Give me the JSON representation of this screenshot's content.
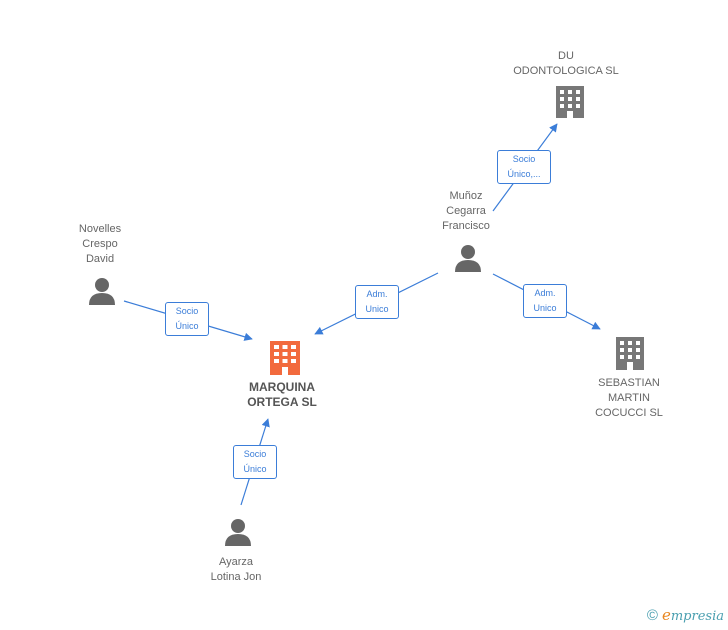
{
  "colors": {
    "edge": "#3b7dd8",
    "company": "#777777",
    "focus_company": "#f26a3d",
    "person": "#666666",
    "text": "#666666"
  },
  "nodes": {
    "du_odontologica": {
      "label": "DU\nODONTOLOGICA SL",
      "icon": "building-icon"
    },
    "munoz": {
      "label": "Muñoz\nCegarra\nFrancisco",
      "icon": "person-icon"
    },
    "novelles": {
      "label": "Novelles\nCrespo\nDavid",
      "icon": "person-icon"
    },
    "marquina": {
      "label": "MARQUINA\nORTEGA SL",
      "icon": "building-icon"
    },
    "sebastian": {
      "label": "SEBASTIAN\nMARTIN\nCOCUCCI SL",
      "icon": "building-icon"
    },
    "ayarza": {
      "label": "Ayarza\nLotina Jon",
      "icon": "person-icon"
    }
  },
  "edges": {
    "munoz_du": {
      "label": "Socio\nÚnico,..."
    },
    "munoz_marquina": {
      "label": "Adm.\nUnico"
    },
    "munoz_sebastian": {
      "label": "Adm.\nUnico"
    },
    "novelles_marquina": {
      "label": "Socio\nÚnico"
    },
    "ayarza_marquina": {
      "label": "Socio\nÚnico"
    }
  },
  "footer": {
    "copyright_symbol": "©",
    "brand_first": "e",
    "brand_rest": "mpresia"
  }
}
